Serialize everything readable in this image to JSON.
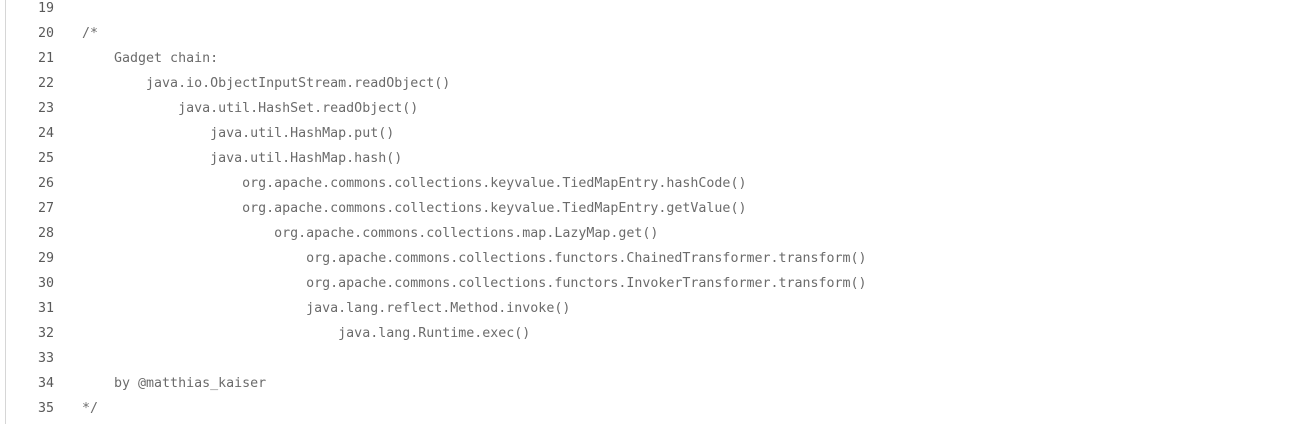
{
  "editor": {
    "lines": [
      {
        "number": "19",
        "code": ""
      },
      {
        "number": "20",
        "code": "/*"
      },
      {
        "number": "21",
        "code": "    Gadget chain:"
      },
      {
        "number": "22",
        "code": "        java.io.ObjectInputStream.readObject()"
      },
      {
        "number": "23",
        "code": "            java.util.HashSet.readObject()"
      },
      {
        "number": "24",
        "code": "                java.util.HashMap.put()"
      },
      {
        "number": "25",
        "code": "                java.util.HashMap.hash()"
      },
      {
        "number": "26",
        "code": "                    org.apache.commons.collections.keyvalue.TiedMapEntry.hashCode()"
      },
      {
        "number": "27",
        "code": "                    org.apache.commons.collections.keyvalue.TiedMapEntry.getValue()"
      },
      {
        "number": "28",
        "code": "                        org.apache.commons.collections.map.LazyMap.get()"
      },
      {
        "number": "29",
        "code": "                            org.apache.commons.collections.functors.ChainedTransformer.transform()"
      },
      {
        "number": "30",
        "code": "                            org.apache.commons.collections.functors.InvokerTransformer.transform()"
      },
      {
        "number": "31",
        "code": "                            java.lang.reflect.Method.invoke()"
      },
      {
        "number": "32",
        "code": "                                java.lang.Runtime.exec()"
      },
      {
        "number": "33",
        "code": ""
      },
      {
        "number": "34",
        "code": "    by @matthias_kaiser"
      },
      {
        "number": "35",
        "code": "*/"
      }
    ]
  }
}
